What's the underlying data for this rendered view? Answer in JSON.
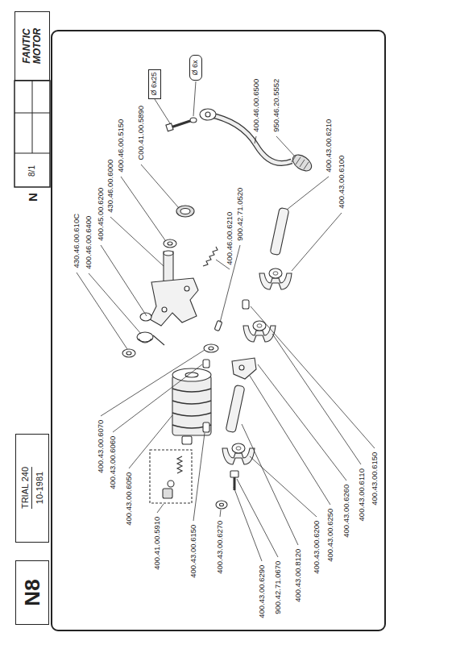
{
  "diagram": {
    "nodes": [
      {
        "text": [
          "FANTIC MOTOR"
        ]
      },
      {
        "text": [
          "Ø 6x25"
        ]
      },
      {
        "text": [
          "Ø 6x"
        ]
      },
      {
        "text": [
          "TRIAL 240",
          "10-1981"
        ]
      },
      {
        "text": [
          "N8"
        ]
      }
    ],
    "labels": [
      "8/1",
      "N",
      "430.46.00.610C",
      "400.46.00.6400",
      "400.45.00.6200",
      "430.46.00.6000",
      "400.46.00.5150",
      "C00.41.00.5890",
      "400.46.00.6210",
      "900.42.71.0520",
      "400.46.00.6500",
      "950.46.20.5552",
      "400.43.00.6210",
      "400.43.00.6100",
      "400.43.00.6070",
      "400.43.00.6060",
      "400.43.00.6050",
      "400.41.00.5910",
      "400.43.00.6150",
      "400.43.00.6270",
      "400.43.00.6290",
      "900.42.71.0670",
      "400.43.00.8120",
      "400.43.00.6200",
      "400.43.00.6250",
      "400.43.00.6260",
      "400.43.00.6110",
      "400.43.00.6150"
    ]
  }
}
